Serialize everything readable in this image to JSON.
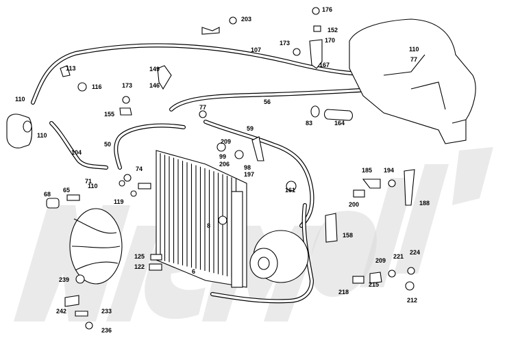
{
  "diagram": {
    "callouts": [
      "203",
      "176",
      "152",
      "170",
      "107",
      "173",
      "110",
      "77",
      "167",
      "113",
      "116",
      "149",
      "146",
      "173",
      "110",
      "155",
      "56",
      "77",
      "83",
      "164",
      "110",
      "104",
      "50",
      "59",
      "99",
      "206",
      "209",
      "98",
      "197",
      "185",
      "194",
      "74",
      "71",
      "110",
      "68",
      "65",
      "119",
      "161",
      "200",
      "188",
      "8",
      "158",
      "125",
      "122",
      "6",
      "239",
      "242",
      "233",
      "236",
      "209",
      "221",
      "224",
      "218",
      "215",
      "212"
    ],
    "watermark_lettering": "Niemöller"
  },
  "colors": {
    "ink": "#000000",
    "background": "#ffffff",
    "watermark": "#d8d8d8"
  }
}
